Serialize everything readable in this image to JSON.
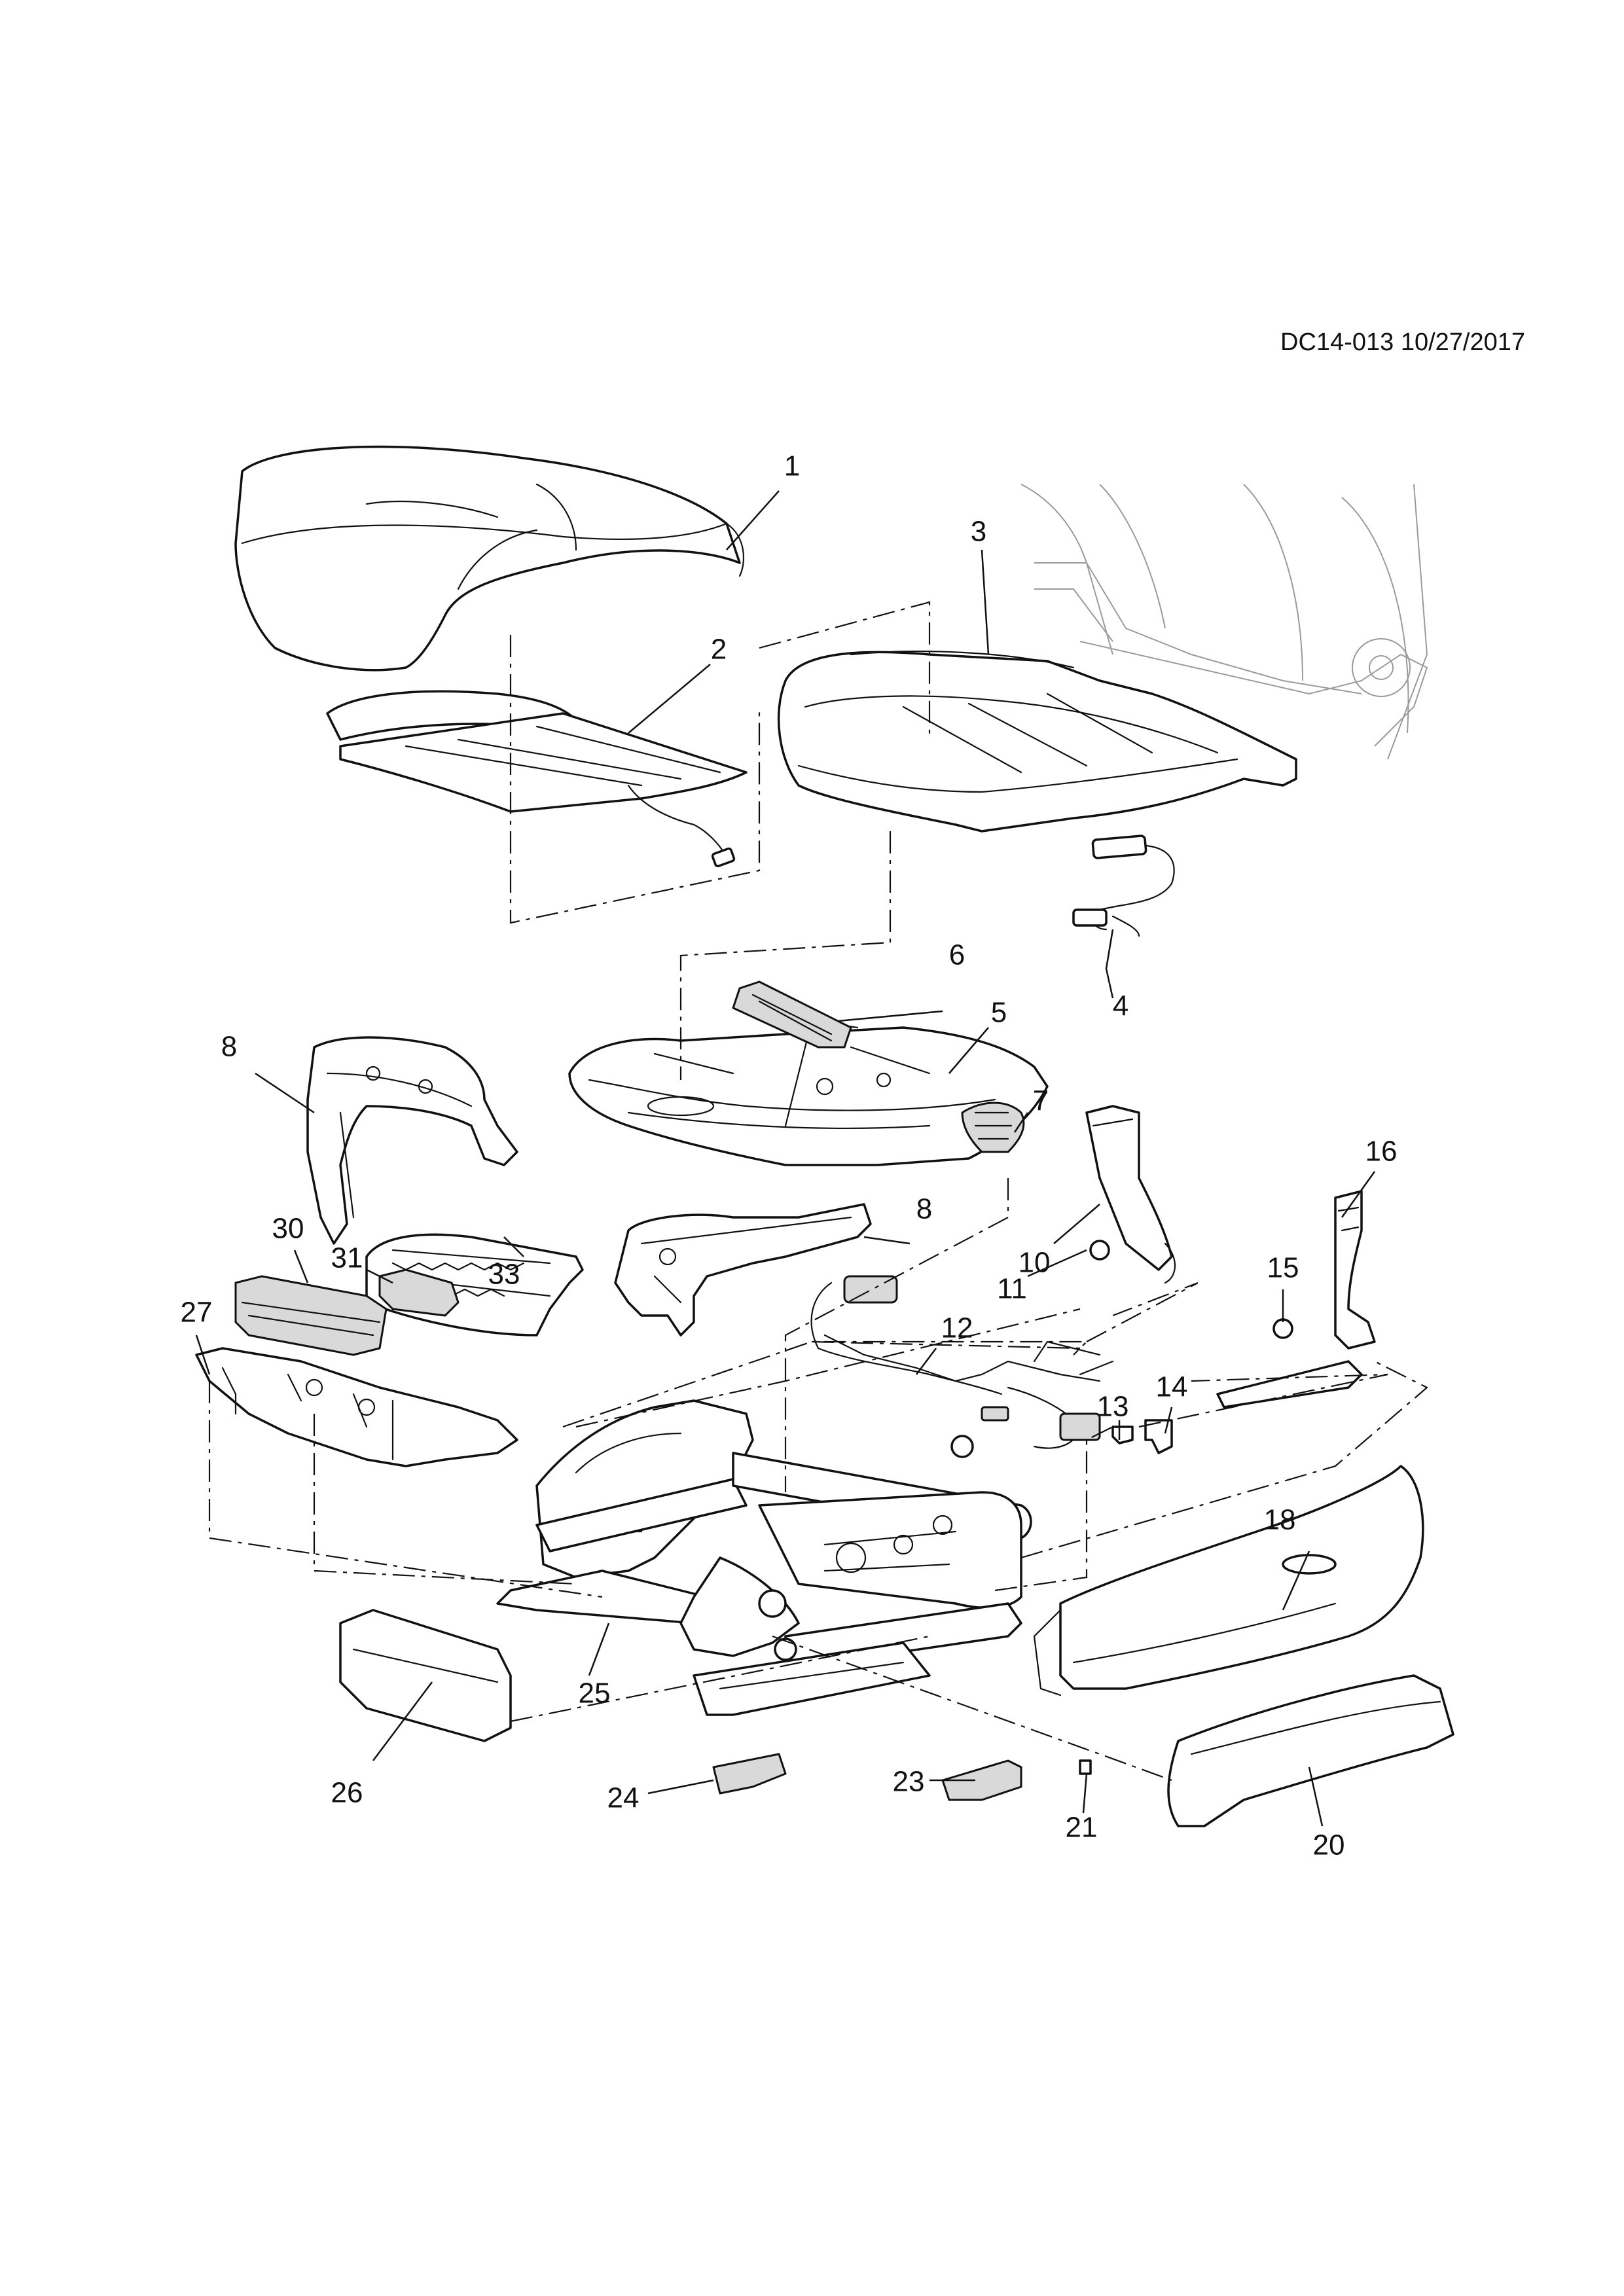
{
  "header": {
    "reference": "DC14-013 10/27/2017"
  },
  "callouts": {
    "c1": "1",
    "c2": "2",
    "c3": "3",
    "c4": "4",
    "c5": "5",
    "c6": "6",
    "c7": "7",
    "c8a": "8",
    "c8b": "8",
    "c10": "10",
    "c11": "11",
    "c12": "12",
    "c13": "13",
    "c14": "14",
    "c15": "15",
    "c16": "16",
    "c18": "18",
    "c20": "20",
    "c21": "21",
    "c23": "23",
    "c24": "24",
    "c25": "25",
    "c26": "26",
    "c27": "27",
    "c30": "30",
    "c31": "31",
    "c33": "33"
  }
}
